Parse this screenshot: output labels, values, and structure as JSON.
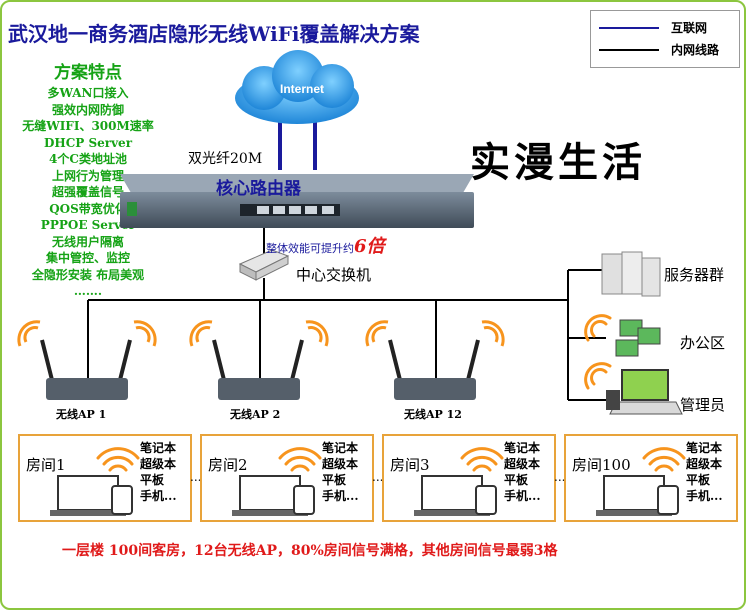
{
  "title": "武汉地一商务酒店隐形无线WiFi覆盖解决方案",
  "legend": [
    {
      "label": "互联网",
      "color": "#1a1a9c"
    },
    {
      "label": "内网线路",
      "color": "#000000"
    }
  ],
  "features": {
    "title": "方案特点",
    "items": [
      "多WAN口接入",
      "强效内网防御",
      "无缝WIFI、300M速率",
      "DHCP Server",
      "4个C类地址池",
      "上网行为管理",
      "超强覆盖信号",
      "QOS带宽优化",
      "PPPOE Server",
      "无线用户隔离",
      "集中管控、监控",
      "全隐形安装 布局美观",
      "……."
    ]
  },
  "brand": "实漫生活",
  "cloud_label": "Internet",
  "fiber_label": "双光纤20M",
  "router": {
    "label": "核心路由器",
    "boost_text": "整体效能可提升约",
    "boost_num": "6倍"
  },
  "switch_label": "中心交换机",
  "right_groups": [
    "服务器群",
    "办公区",
    "管理员"
  ],
  "aps": [
    "无线AP 1",
    "无线AP 2",
    "无线AP 12"
  ],
  "rooms": [
    {
      "name": "房间1"
    },
    {
      "name": "房间2"
    },
    {
      "name": "房间3"
    },
    {
      "name": "房间100"
    }
  ],
  "room_devices": [
    "笔记本",
    "超级本",
    "平板",
    "手机..."
  ],
  "room_separator": "...",
  "footer": "一层楼 100间客房，12台无线AP，80%房间信号满格，其他房间信号最弱3格",
  "colors": {
    "internet": "#1a1a9c",
    "lan": "#000000",
    "features": "#16a316",
    "border": "#8cc63f",
    "room_border": "#e8a33a",
    "footer": "#e01a1a"
  }
}
